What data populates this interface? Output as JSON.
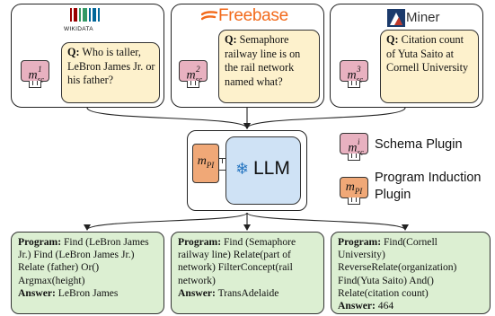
{
  "sources": [
    {
      "logo_text": "WIKIDATA",
      "plugin": {
        "base": "m",
        "sup": "1",
        "sub": "sc"
      },
      "question_label": "Q:",
      "question_text": "Who is taller, LeBron James Jr. or his father?"
    },
    {
      "logo_text": "Freebase",
      "plugin": {
        "base": "m",
        "sup": "2",
        "sub": "sc"
      },
      "question_label": "Q:",
      "question_text": "Semaphore railway line is on the rail network named what?"
    },
    {
      "logo_text": "Miner",
      "plugin": {
        "base": "m",
        "sup": "3",
        "sub": "sc"
      },
      "question_label": "Q:",
      "question_text": "Citation count of Yuta Saito at Cornell University"
    }
  ],
  "llm": {
    "label": "LLM",
    "plugin": {
      "base": "m",
      "sub": "PI"
    }
  },
  "legend": {
    "schema": {
      "base": "m",
      "sup": "i",
      "sub": "sc",
      "label": "Schema Plugin"
    },
    "program": {
      "base": "m",
      "sub": "PI",
      "label_line1": "Program Induction",
      "label_line2": "Plugin"
    }
  },
  "outputs": [
    {
      "program_label": "Program:",
      "program_text": "Find (LeBron James Jr.) Find (LeBron James Jr.) Relate (father) Or() Argmax(height)",
      "answer_label": "Answer:",
      "answer_text": "LeBron James"
    },
    {
      "program_label": "Program:",
      "program_text": "Find (Semaphore railway line) Relate(part of network) FilterConcept(rail network)",
      "answer_label": "Answer:",
      "answer_text": "TransAdelaide"
    },
    {
      "program_label": "Program:",
      "program_text": "Find(Cornell University) ReverseRelate(organization) Find(Yuta Saito) And() Relate(citation count)",
      "answer_label": "Answer:",
      "answer_text": "464"
    }
  ],
  "colors": {
    "question_fill": "#fdf1cc",
    "schema_plugin": "#e8b1c0",
    "program_plugin": "#f0a877",
    "llm_fill": "#cfe2f5",
    "answer_fill": "#dcefd2",
    "freebase_orange": "#f26a1b"
  }
}
